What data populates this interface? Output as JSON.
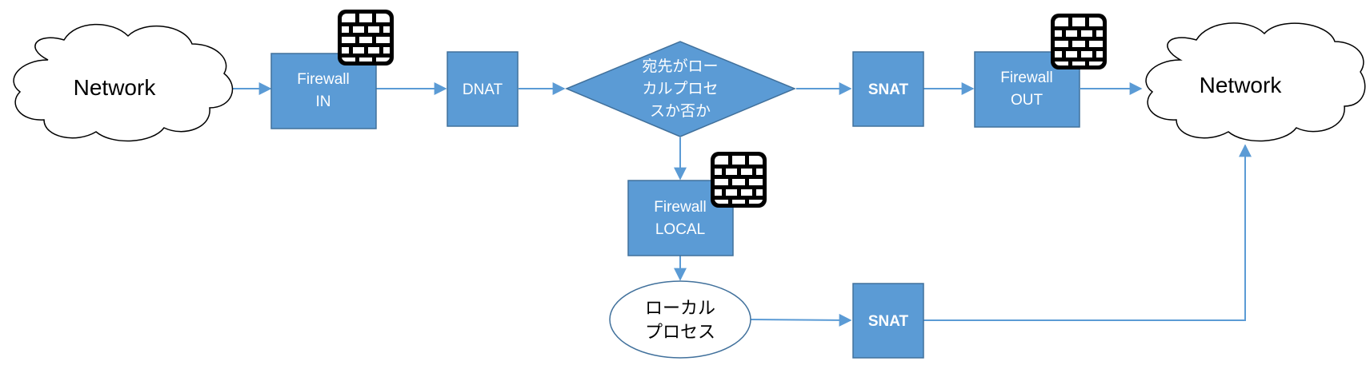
{
  "colors": {
    "box_fill": "#5b9bd5",
    "box_stroke": "#41719c",
    "edge": "#5b9bd5",
    "firewall_icon": "#000000"
  },
  "nodes": {
    "network_left": {
      "label": "Network"
    },
    "firewall_in": {
      "line1": "Firewall",
      "line2": "IN",
      "icon": "firewall-icon"
    },
    "dnat": {
      "label": "DNAT"
    },
    "decision": {
      "line1": "宛先がロー",
      "line2": "カルプロセ",
      "line3": "スか否か"
    },
    "snat_top": {
      "label": "SNAT"
    },
    "firewall_out": {
      "line1": "Firewall",
      "line2": "OUT",
      "icon": "firewall-icon"
    },
    "network_right": {
      "label": "Network"
    },
    "firewall_local": {
      "line1": "Firewall",
      "line2": "LOCAL",
      "icon": "firewall-icon"
    },
    "local_process": {
      "line1": "ローカル",
      "line2": "プロセス"
    },
    "snat_bottom": {
      "label": "SNAT"
    }
  }
}
